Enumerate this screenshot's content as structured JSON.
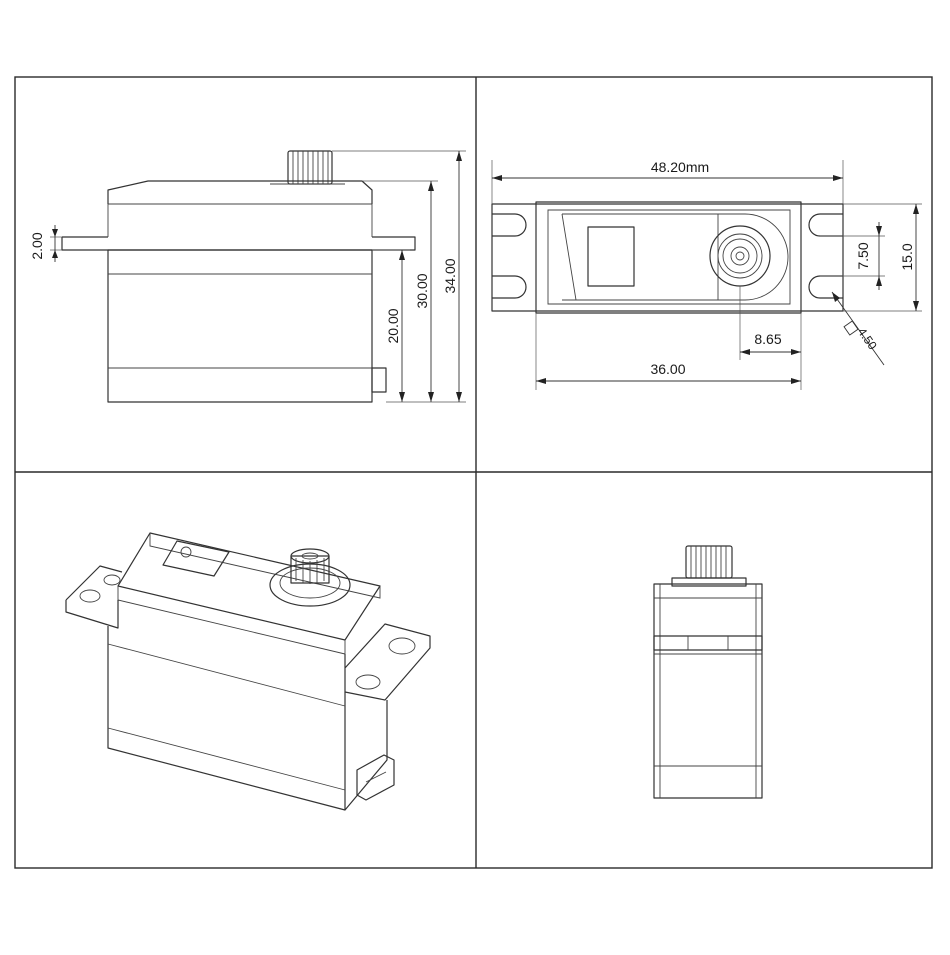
{
  "dimensions": {
    "side_view": {
      "flange_thickness": "2.00",
      "body_height": "20.00",
      "case_height": "30.00",
      "total_height": "34.00"
    },
    "top_view": {
      "overall_length": "48.20mm",
      "hole_spacing": "7.50",
      "width": "15.0",
      "spline_offset": "8.65",
      "body_length": "36.00",
      "hole_diameter": "4.50"
    }
  },
  "icons": {
    "hole_symbol": "diameter-square-icon"
  },
  "colors": {
    "line": "#333333",
    "background": "#ffffff"
  }
}
